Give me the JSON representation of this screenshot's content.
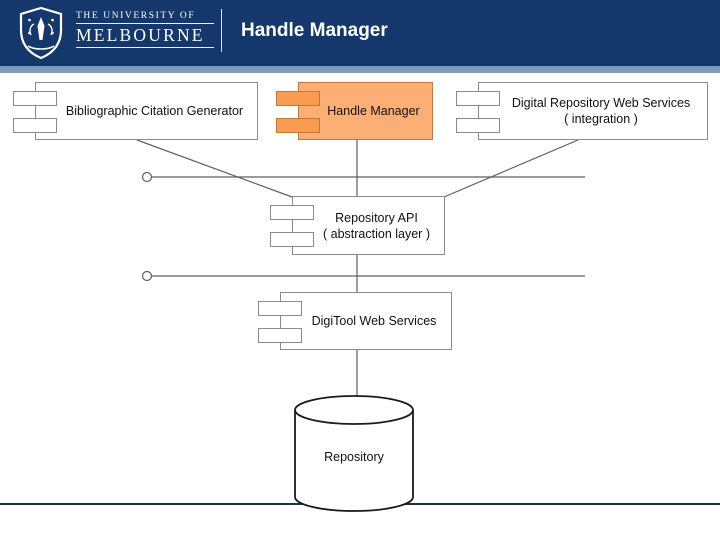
{
  "header": {
    "title": "Handle Manager",
    "university_line1": "THE UNIVERSITY OF",
    "university_line2": "MELBOURNE"
  },
  "diagram": {
    "components": [
      {
        "id": "bibliographic-citation-generator",
        "label": "Bibliographic Citation Generator",
        "sublabel": "",
        "highlighted": false
      },
      {
        "id": "handle-manager",
        "label": "Handle Manager",
        "sublabel": "",
        "highlighted": true
      },
      {
        "id": "digital-repository-web-services",
        "label": "Digital Repository Web Services",
        "sublabel": "( integration )",
        "highlighted": false
      },
      {
        "id": "repository-api",
        "label": "Repository API",
        "sublabel": "( abstraction layer )",
        "highlighted": false
      },
      {
        "id": "digitool-web-services",
        "label": "DigiTool Web Services",
        "sublabel": "",
        "highlighted": false
      }
    ],
    "database": {
      "label": "Repository"
    },
    "colors": {
      "header_bar": "#14386B",
      "accent_strip": "#7E9CBA",
      "highlight_fill": "#FBAF75",
      "highlight_tab": "#F99C50",
      "highlight_border": "#C8772E",
      "box_border": "#8A8A8A",
      "connector": "#5F5F5F",
      "footer_rule": "#16364E"
    }
  }
}
